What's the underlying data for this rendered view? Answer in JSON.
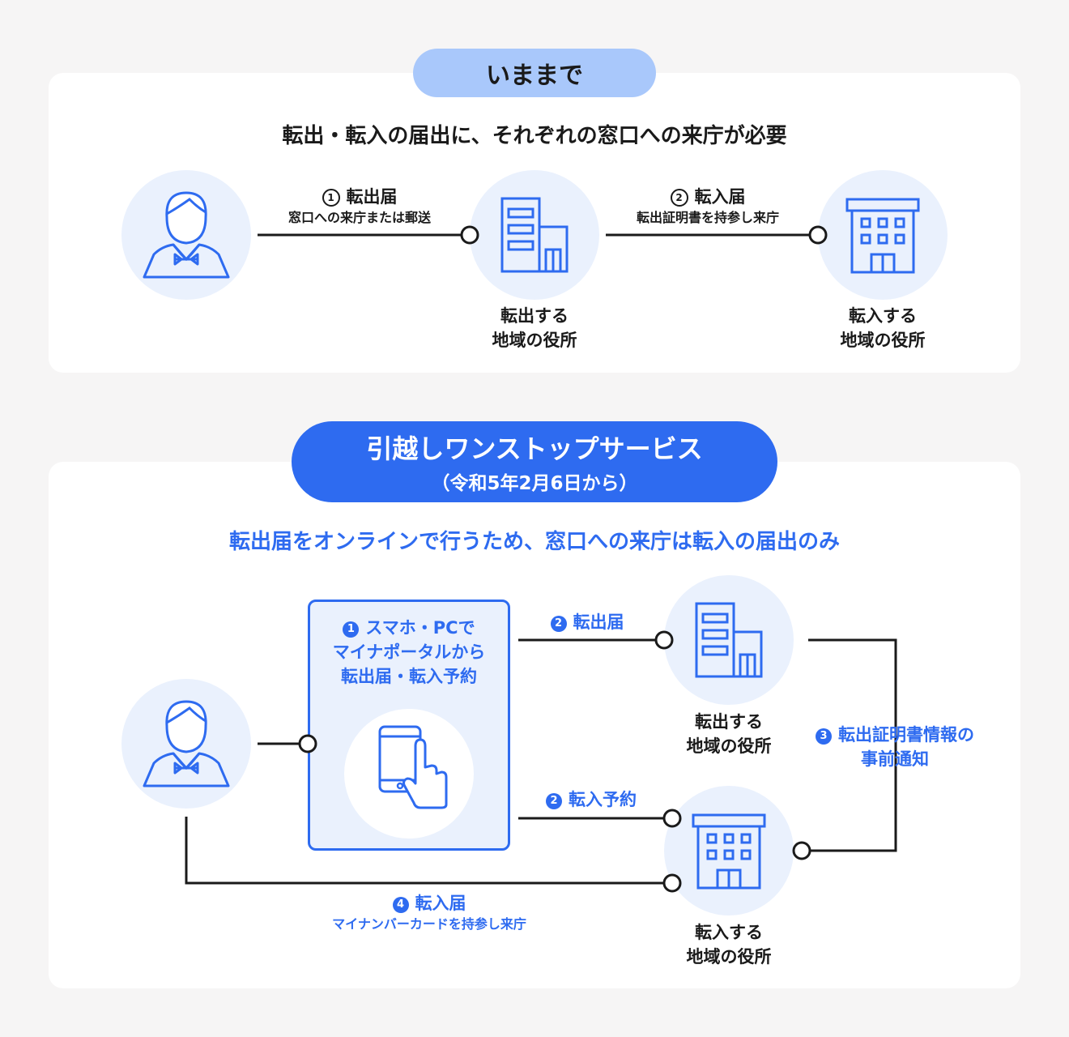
{
  "before": {
    "badge": "いままで",
    "heading": "転出・転入の届出に、それぞれの窓口への来庁が必要",
    "step1": {
      "number": "1",
      "title": "転出届",
      "note": "窓口への来庁または郵送"
    },
    "step2": {
      "number": "2",
      "title": "転入届",
      "note": "転出証明書を持参し来庁"
    },
    "office_out": [
      "転出する",
      "地域の役所"
    ],
    "office_in": [
      "転入する",
      "地域の役所"
    ]
  },
  "after": {
    "badge_main": "引越しワンストップサービス",
    "badge_sub": "（令和5年2月6日から）",
    "heading": "転出届をオンラインで行うため、窓口への来庁は転入の届出のみ",
    "box": {
      "number": "1",
      "lines": [
        "スマホ・PCで",
        "マイナポータルから",
        "転出届・転入予約"
      ]
    },
    "step2a": {
      "number": "2",
      "title": "転出届"
    },
    "step2b": {
      "number": "2",
      "title": "転入予約"
    },
    "step3": {
      "number": "3",
      "lines": [
        "転出証明書情報の",
        "事前通知"
      ]
    },
    "step4": {
      "number": "4",
      "title": "転入届",
      "note": "マイナンバーカードを持参し来庁"
    },
    "office_out": [
      "転出する",
      "地域の役所"
    ],
    "office_in": [
      "転入する",
      "地域の役所"
    ]
  },
  "colors": {
    "accent": "#2e6bf0",
    "badge_light": "#a9c8fb",
    "circle_bg": "#eaf1fd",
    "line": "#1a1a1a"
  },
  "icons": [
    "person-icon",
    "office-building-icon",
    "city-hall-icon",
    "smartphone-tap-icon"
  ]
}
